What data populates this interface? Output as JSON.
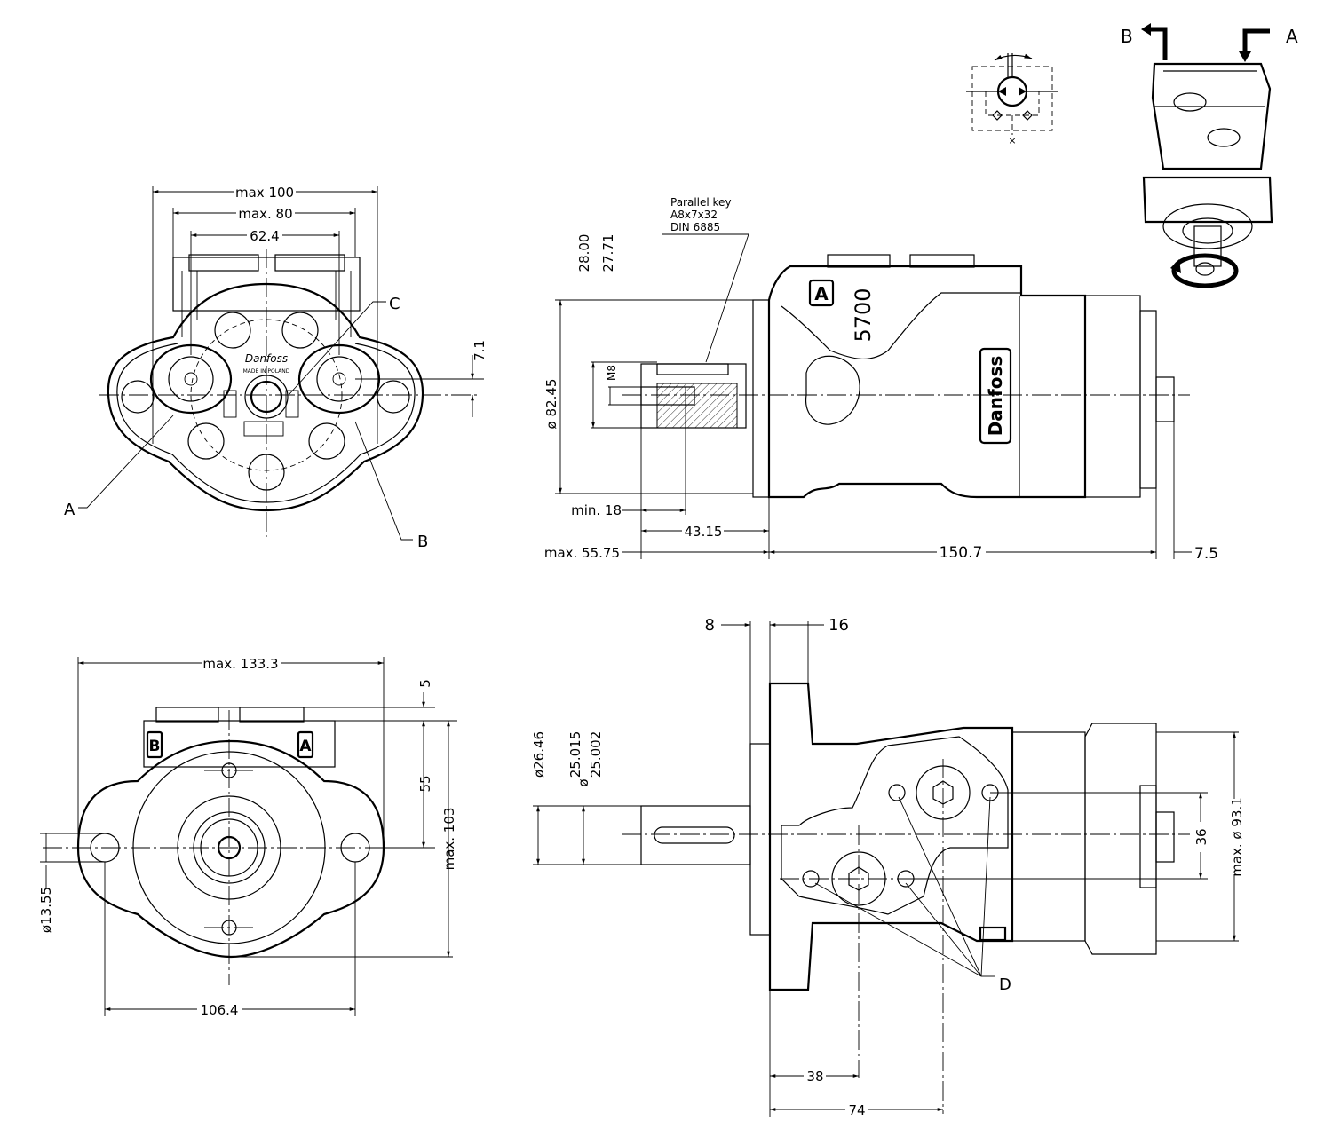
{
  "labels": {
    "port_a": "A",
    "port_b": "B",
    "port_c": "C",
    "port_d": "D",
    "model": "5700",
    "brand": "Danfoss",
    "made_in": "MADE IN POLAND",
    "key_line1": "Parallel key",
    "key_line2": "A8x7x32",
    "key_line3": "DIN 6885",
    "thread": "M8"
  },
  "dimensions": {
    "front_max100": "max 100",
    "front_max80": "max. 80",
    "front_62_4": "62.4",
    "front_7_1": "7.1",
    "side_28_00": "28.00",
    "side_27_71": "27.71",
    "side_dia82_45": "ø 82.45",
    "side_min18": "min.  18",
    "side_43_15": "43.15",
    "side_max55_75": "max.  55.75",
    "side_150_7": "150.7",
    "side_7_5": "7.5",
    "bottom_max133_3": "max. 133.3",
    "bottom_5": "5",
    "bottom_55": "55",
    "bottom_max103": "max. 103",
    "bottom_dia13_55": "ø13.55",
    "bottom_106_4": "106.4",
    "top_8": "8",
    "top_16": "16",
    "top_dia26_46": "ø26.46",
    "top_25_015": "25.015",
    "top_25_002": "25.002",
    "top_dia_sym": "ø",
    "top_36": "36",
    "top_max93_1": "max.  ø 93.1",
    "top_38": "38",
    "top_74": "74"
  },
  "colors": {
    "line": "#000000",
    "background": "#ffffff"
  }
}
